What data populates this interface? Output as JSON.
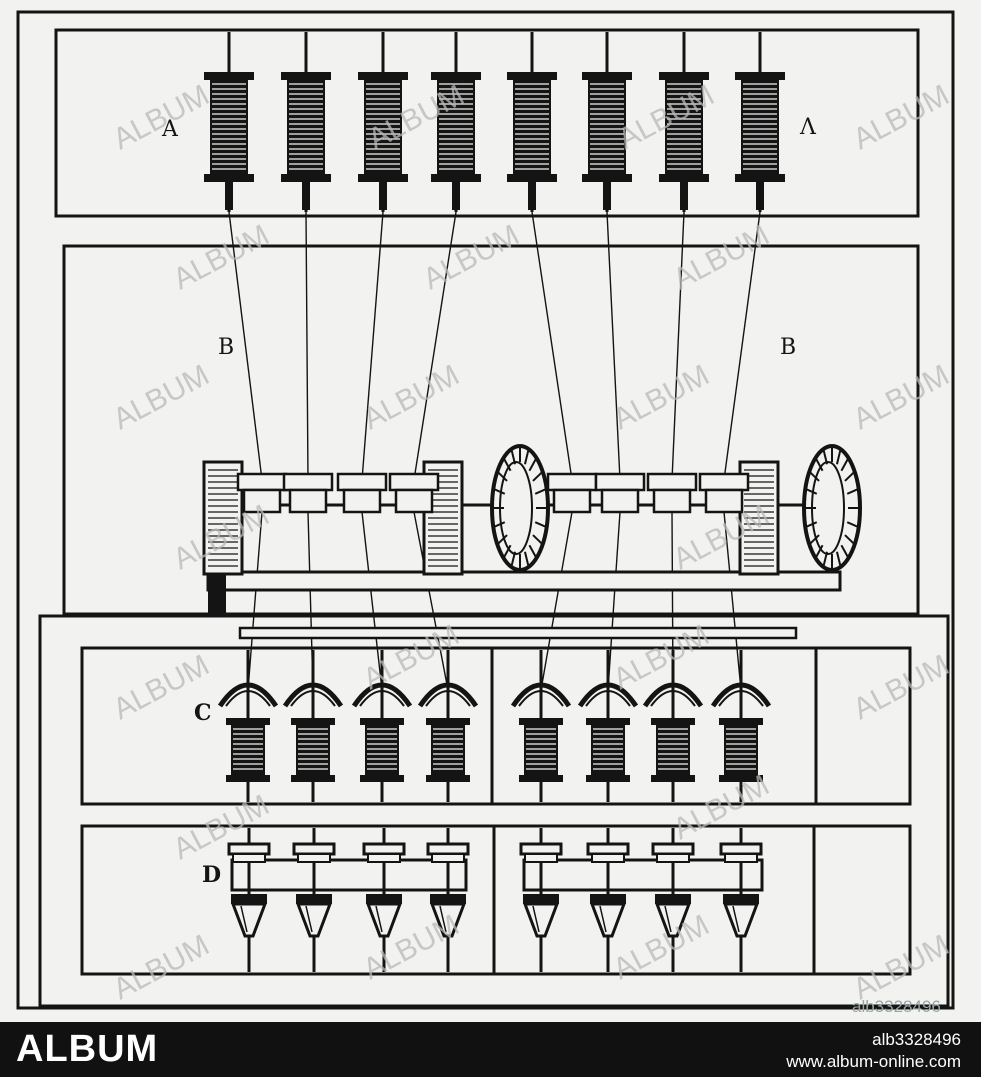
{
  "diagram": {
    "rows": [
      {
        "id": "A",
        "label_left": "A",
        "label_right": "Λ"
      },
      {
        "id": "B",
        "label_left": "B",
        "label_right": "B"
      },
      {
        "id": "C",
        "label_left": "C"
      },
      {
        "id": "D",
        "label_left": "D"
      }
    ],
    "spindle_count": 8
  },
  "watermark": {
    "text": "ALBUM",
    "image_id": "alb3328496"
  },
  "footer": {
    "brand": "ALBUM",
    "image_id": "alb3328496",
    "url": "www.album-online.com"
  },
  "colors": {
    "ink": "#141414",
    "paper": "#f2f2f0",
    "footer_bg": "#111111",
    "footer_text": "#ffffff",
    "watermark": "#b9b9b9"
  }
}
